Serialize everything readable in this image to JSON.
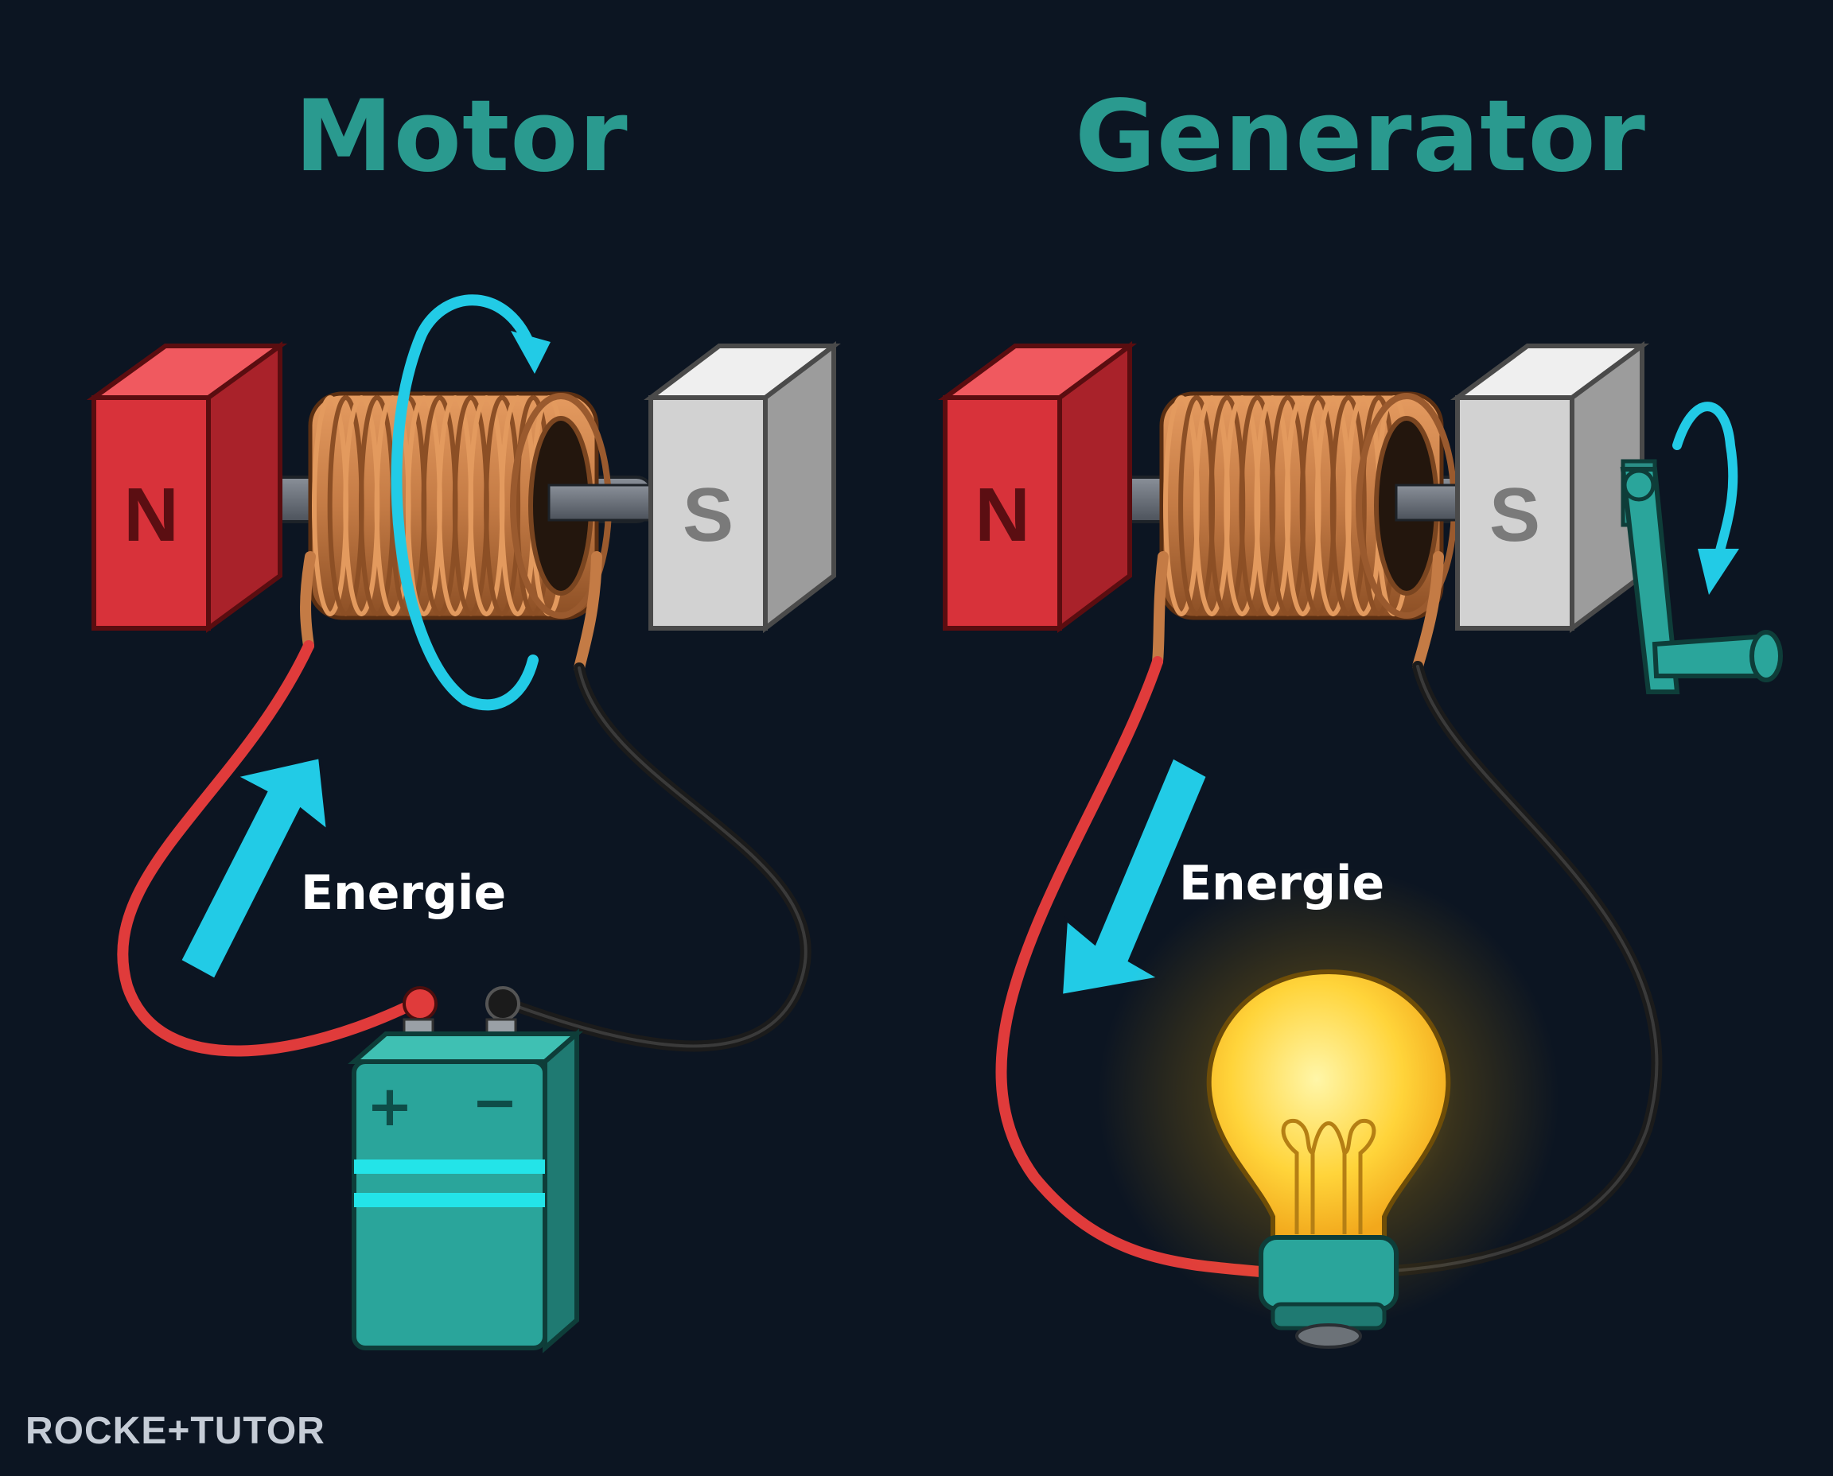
{
  "titles": {
    "motor": "Motor",
    "generator": "Generator"
  },
  "labels": {
    "motor_energy": "Energie",
    "generator_energy": "Energie"
  },
  "magnets": {
    "north": "N",
    "south": "S"
  },
  "battery": {
    "plus": "+",
    "minus": "−"
  },
  "logo": "ROCKE+TUTOR",
  "colors": {
    "background": "#0c1522",
    "title": "#2a9a8f",
    "arrow": "#22cbe6",
    "north_magnet": "#d8323a",
    "south_magnet": "#c9c9c9",
    "coil": "#c47b45",
    "wire_red": "#e03b3b",
    "wire_black": "#1b1b1b",
    "battery": "#2aa59b",
    "bulb": "#ffd43a"
  },
  "icons": [
    "rotation-arrow-icon",
    "energy-arrow-icon",
    "battery-icon",
    "light-bulb-icon",
    "hand-crank-icon"
  ]
}
